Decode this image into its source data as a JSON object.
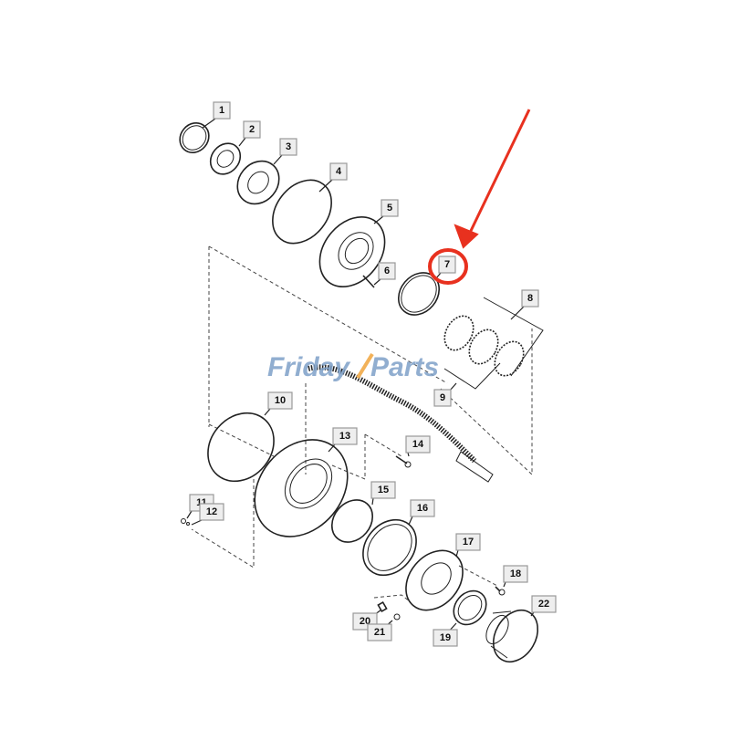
{
  "diagram": {
    "callouts": [
      {
        "label": "1"
      },
      {
        "label": "2"
      },
      {
        "label": "3"
      },
      {
        "label": "4"
      },
      {
        "label": "5"
      },
      {
        "label": "6"
      },
      {
        "label": "7"
      },
      {
        "label": "8"
      },
      {
        "label": "9"
      },
      {
        "label": "10"
      },
      {
        "label": "11"
      },
      {
        "label": "12"
      },
      {
        "label": "13"
      },
      {
        "label": "14"
      },
      {
        "label": "15"
      },
      {
        "label": "16"
      },
      {
        "label": "17"
      },
      {
        "label": "18"
      },
      {
        "label": "19"
      },
      {
        "label": "20"
      },
      {
        "label": "21"
      },
      {
        "label": "22"
      }
    ],
    "highlighted_callout": "7",
    "highlight_color": "#e8311f",
    "watermark": {
      "part1": "Friday",
      "part2": "Parts",
      "color": "#7ea0c8",
      "accent": "#f2b25a"
    }
  }
}
